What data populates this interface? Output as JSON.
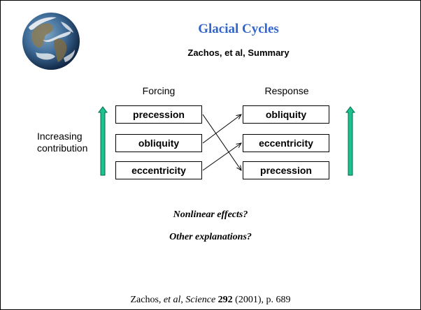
{
  "slide": {
    "title": "Glacial Cycles",
    "subtitle": "Zachos, et al, Summary",
    "forcing_header": "Forcing",
    "response_header": "Response",
    "side_label_line1": "Increasing",
    "side_label_line2": "contribution",
    "forcing_items": [
      "precession",
      "obliquity",
      "eccentricity"
    ],
    "response_items": [
      "obliquity",
      "eccentricity",
      "precession"
    ],
    "questions": [
      "Nonlinear effects?",
      "Other explanations?"
    ],
    "citation": {
      "author": "Zachos, ",
      "etal": "et al",
      "sep": ", ",
      "journal": "Science",
      "volume": "292",
      "rest": " (2001), p. 689"
    }
  },
  "icons": {
    "globe": "earth-globe-image"
  },
  "colors": {
    "title": "#3366cc",
    "bar_fill": "#1fc08f",
    "bar_stroke": "#006a4a"
  }
}
